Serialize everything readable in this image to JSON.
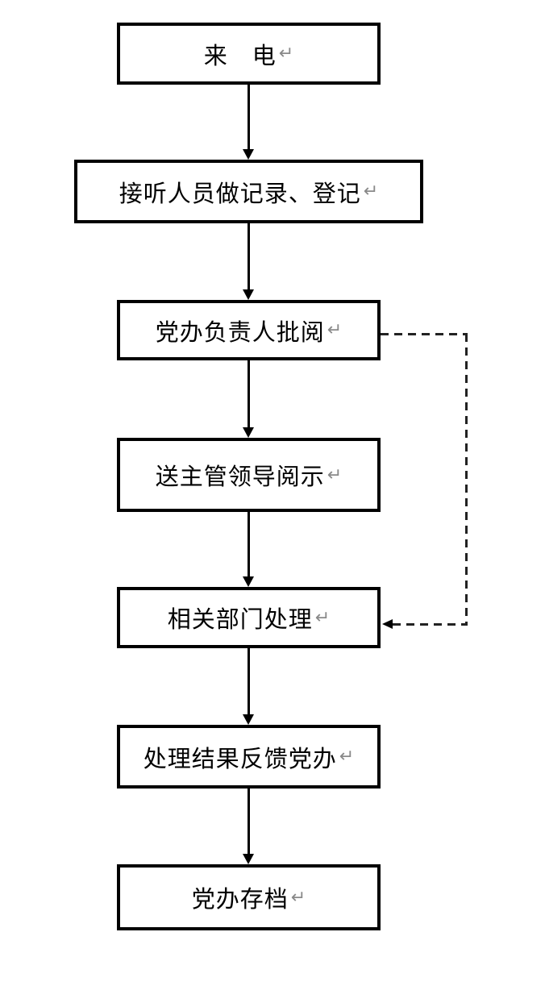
{
  "flowchart": {
    "paragraph_mark": "↵",
    "nodes": [
      {
        "id": "incoming-call",
        "label": "来　电"
      },
      {
        "id": "record-and-register",
        "label": "接听人员做记录、登记"
      },
      {
        "id": "party-office-head-review",
        "label": "党办负责人批阅"
      },
      {
        "id": "send-to-leader-review",
        "label": "送主管领导阅示"
      },
      {
        "id": "related-dept-handle",
        "label": "相关部门处理"
      },
      {
        "id": "result-feedback",
        "label": "处理结果反馈党办"
      },
      {
        "id": "party-office-archive",
        "label": "党办存档"
      }
    ],
    "edges": [
      {
        "from": "incoming-call",
        "to": "record-and-register",
        "style": "solid-arrow"
      },
      {
        "from": "record-and-register",
        "to": "party-office-head-review",
        "style": "solid-arrow"
      },
      {
        "from": "party-office-head-review",
        "to": "send-to-leader-review",
        "style": "solid-arrow"
      },
      {
        "from": "send-to-leader-review",
        "to": "related-dept-handle",
        "style": "solid-arrow"
      },
      {
        "from": "related-dept-handle",
        "to": "result-feedback",
        "style": "solid-arrow"
      },
      {
        "from": "result-feedback",
        "to": "party-office-archive",
        "style": "solid-arrow"
      },
      {
        "from": "party-office-head-review",
        "to": "related-dept-handle",
        "style": "dashed-arrow"
      }
    ],
    "colors": {
      "background": "#ffffff",
      "box_border": "#000000",
      "box_fill": "#ffffff",
      "text": "#000000",
      "paragraph_mark": "#8a8a8a",
      "dashed_line": "#222222"
    }
  }
}
